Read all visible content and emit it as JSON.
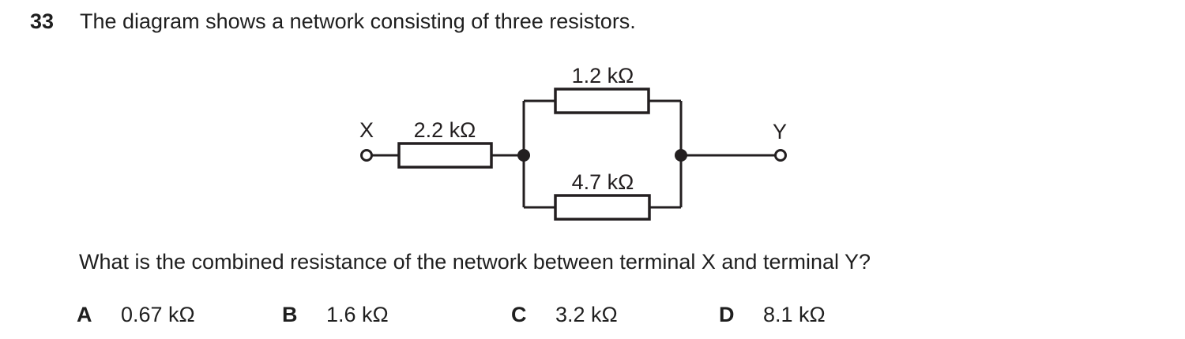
{
  "page": {
    "background": "#ffffff",
    "ink": "#231f20"
  },
  "question": {
    "number": "33",
    "stem": "The diagram shows a network consisting of three resistors.",
    "prompt": "What is the combined resistance of the network between terminal X and terminal Y?"
  },
  "diagram": {
    "terminal_left_label": "X",
    "terminal_right_label": "Y",
    "series_resistor_label": "2.2 kΩ",
    "parallel_top_resistor_label": "1.2 kΩ",
    "parallel_bottom_resistor_label": "4.7 kΩ"
  },
  "options": [
    {
      "letter": "A",
      "value": "0.67 kΩ"
    },
    {
      "letter": "B",
      "value": "1.6 kΩ"
    },
    {
      "letter": "C",
      "value": "3.2 kΩ"
    },
    {
      "letter": "D",
      "value": "8.1 kΩ"
    }
  ]
}
